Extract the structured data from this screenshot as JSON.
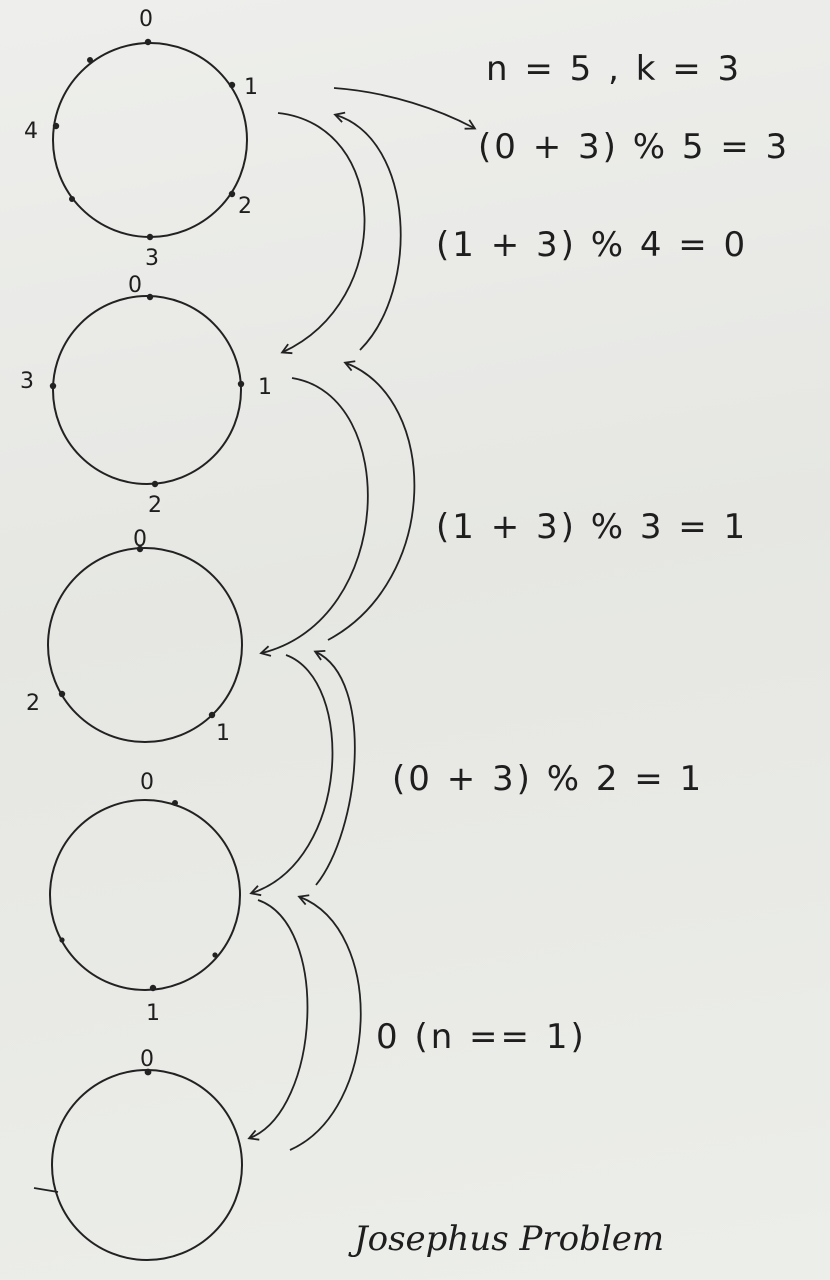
{
  "header": {
    "params": "n = 5 , k = 3"
  },
  "circles": [
    {
      "n": 5,
      "labels": [
        "0",
        "1",
        "2",
        "3",
        "4"
      ]
    },
    {
      "n": 4,
      "labels": [
        "0",
        "1",
        "2",
        "3"
      ]
    },
    {
      "n": 3,
      "labels": [
        "0",
        "1",
        "2"
      ]
    },
    {
      "n": 2,
      "labels": [
        "0",
        "1"
      ]
    },
    {
      "n": 1,
      "labels": [
        "0"
      ]
    }
  ],
  "equations": [
    "(0 + 3) % 5 = 3",
    "(1 + 3) % 4 = 0",
    "(1 + 3) % 3 = 1",
    "(0 + 3) % 2 = 1",
    "0 (n == 1)"
  ],
  "footer": {
    "title": "Josephus Problem"
  },
  "colors": {
    "ink": "#222222",
    "paper": "#eceeea"
  }
}
